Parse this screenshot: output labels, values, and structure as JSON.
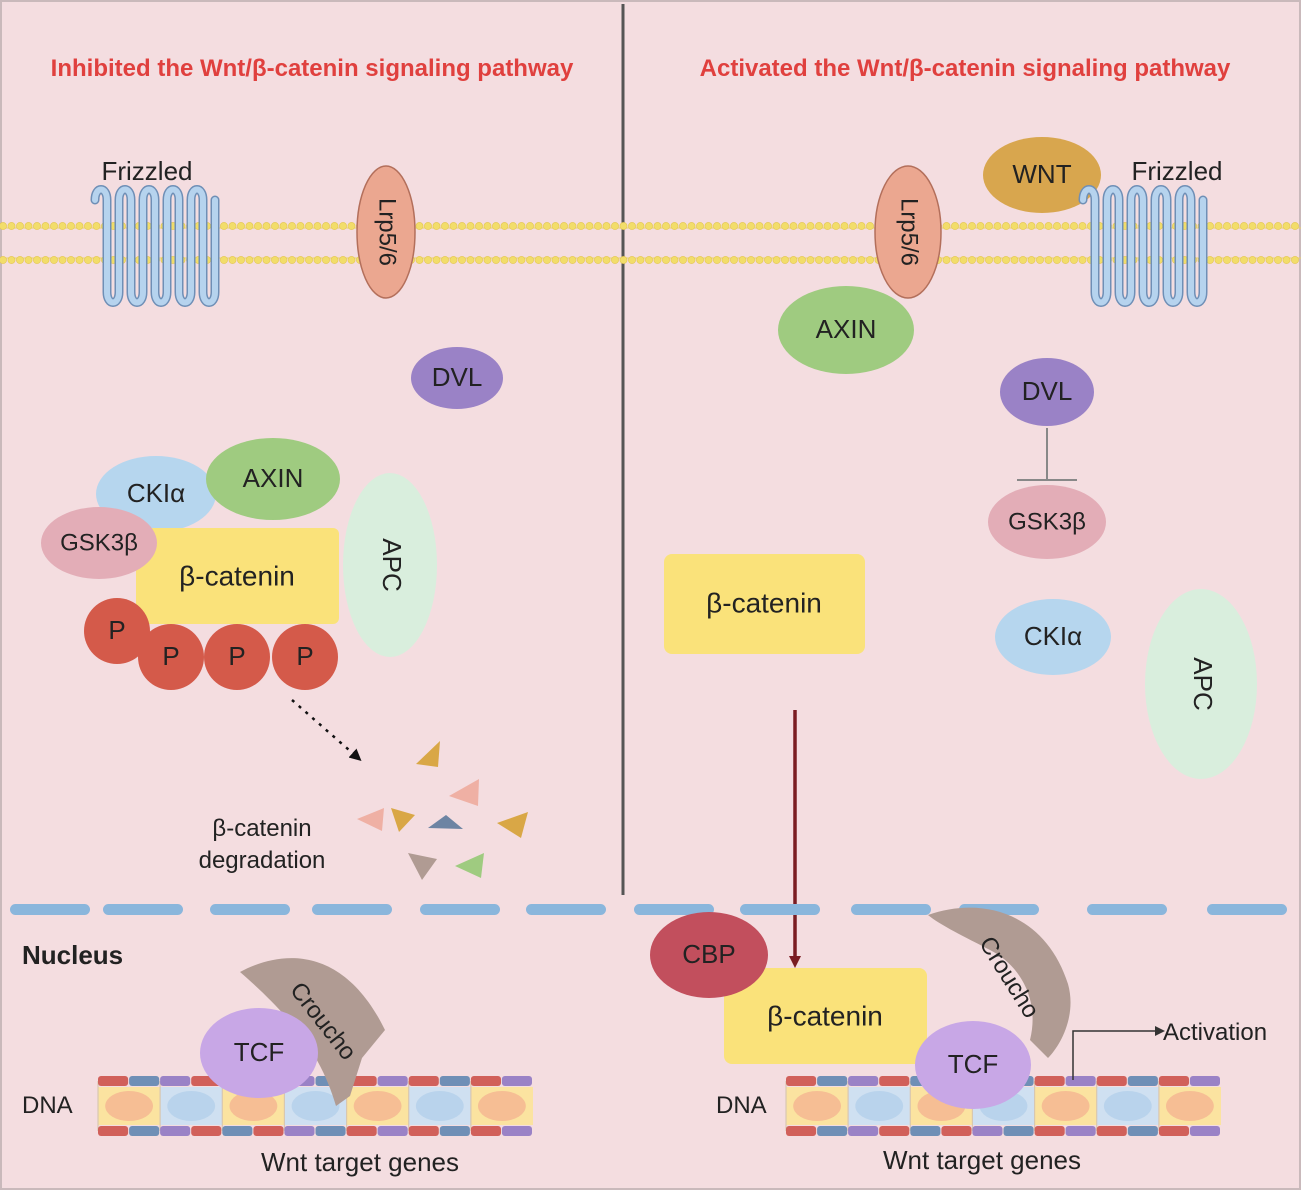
{
  "colors": {
    "background": "#f4dde0",
    "title": "#e0403e",
    "membrane_bead": "#f2dd6a",
    "frizzled": "#a8c8e8",
    "lrp": "#eba790",
    "dvl": "#9a82c6",
    "axin": "#9fcb80",
    "ckia": "#b6d6ee",
    "gsk3b": "#e3adb7",
    "beta_catenin": "#fae27a",
    "apc": "#d9eedd",
    "phospho": "#d45a4a",
    "wnt": "#d8a64e",
    "cbp": "#c24f5d",
    "tcf": "#c8a7e6",
    "croucho": "#b09b93",
    "arrow": "#7a1c22",
    "nuclear_membrane": "#8ab6dc"
  },
  "left": {
    "title": "Inhibited the Wnt/β-catenin signaling pathway",
    "frizzled": "Frizzled",
    "lrp": "Lrp5/6",
    "dvl": "DVL",
    "axin": "AXIN",
    "ckia": "CKIα",
    "gsk3b": "GSK3β",
    "beta_catenin": "β-catenin",
    "apc": "APC",
    "phospho": [
      "P",
      "P",
      "P",
      "P"
    ],
    "degradation_line1": "β-catenin",
    "degradation_line2": "degradation"
  },
  "right": {
    "title": "Activated the Wnt/β-catenin signaling pathway",
    "wnt": "WNT",
    "frizzled": "Frizzled",
    "lrp": "Lrp5/6",
    "axin": "AXIN",
    "dvl": "DVL",
    "gsk3b": "GSK3β",
    "beta_catenin": "β-catenin",
    "ckia": "CKIα",
    "apc": "APC"
  },
  "nucleus": {
    "label": "Nucleus",
    "left": {
      "tcf": "TCF",
      "croucho": "Croucho",
      "dna": "DNA",
      "genes": "Wnt target genes"
    },
    "right": {
      "cbp": "CBP",
      "beta_catenin": "β-catenin",
      "croucho": "Croucho",
      "tcf": "TCF",
      "activation": "Activation",
      "dna": "DNA",
      "genes": "Wnt target genes"
    }
  }
}
